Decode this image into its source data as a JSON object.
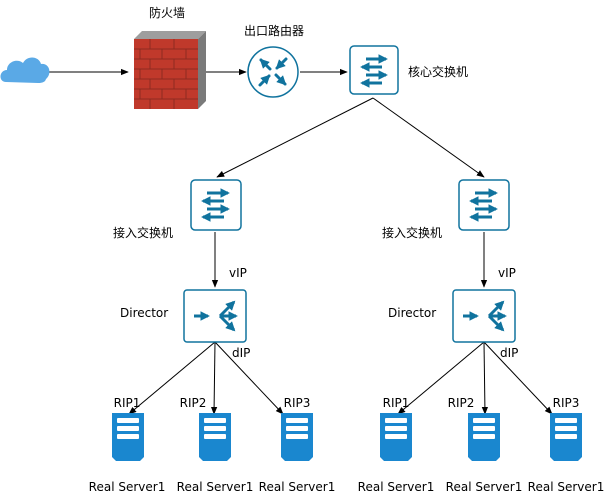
{
  "labels": {
    "firewall": "防火墙",
    "router": "出口路由器",
    "core_switch": "核心交换机",
    "access_switch_left": "接入交换机",
    "access_switch_right": "接入交换机",
    "vip_left": "vIP",
    "vip_right": "vIP",
    "director_left": "Director",
    "director_right": "Director",
    "dip_left": "dIP",
    "dip_right": "dIP",
    "rip": [
      "RIP1",
      "RIP2",
      "RIP3",
      "RIP1",
      "RIP2",
      "RIP3"
    ],
    "servers": [
      "Real Server1",
      "Real Server1",
      "Real Server1",
      "Real Server1",
      "Real Server1",
      "Real Server1"
    ]
  },
  "colors": {
    "device_fill": "#ffffff",
    "device_border": "#10739e",
    "device_arrow": "#10739e",
    "cloud": "#5aa9e6",
    "server_fill": "#1a87cf",
    "brick": "#c0392b",
    "stone": "#8c8c8c",
    "line": "#000000"
  },
  "icons": {
    "cloud": "cloud-icon",
    "firewall": "firewall-icon",
    "router": "router-icon",
    "switch": "switch-icon",
    "director": "load-balancer-icon",
    "server": "server-icon"
  }
}
